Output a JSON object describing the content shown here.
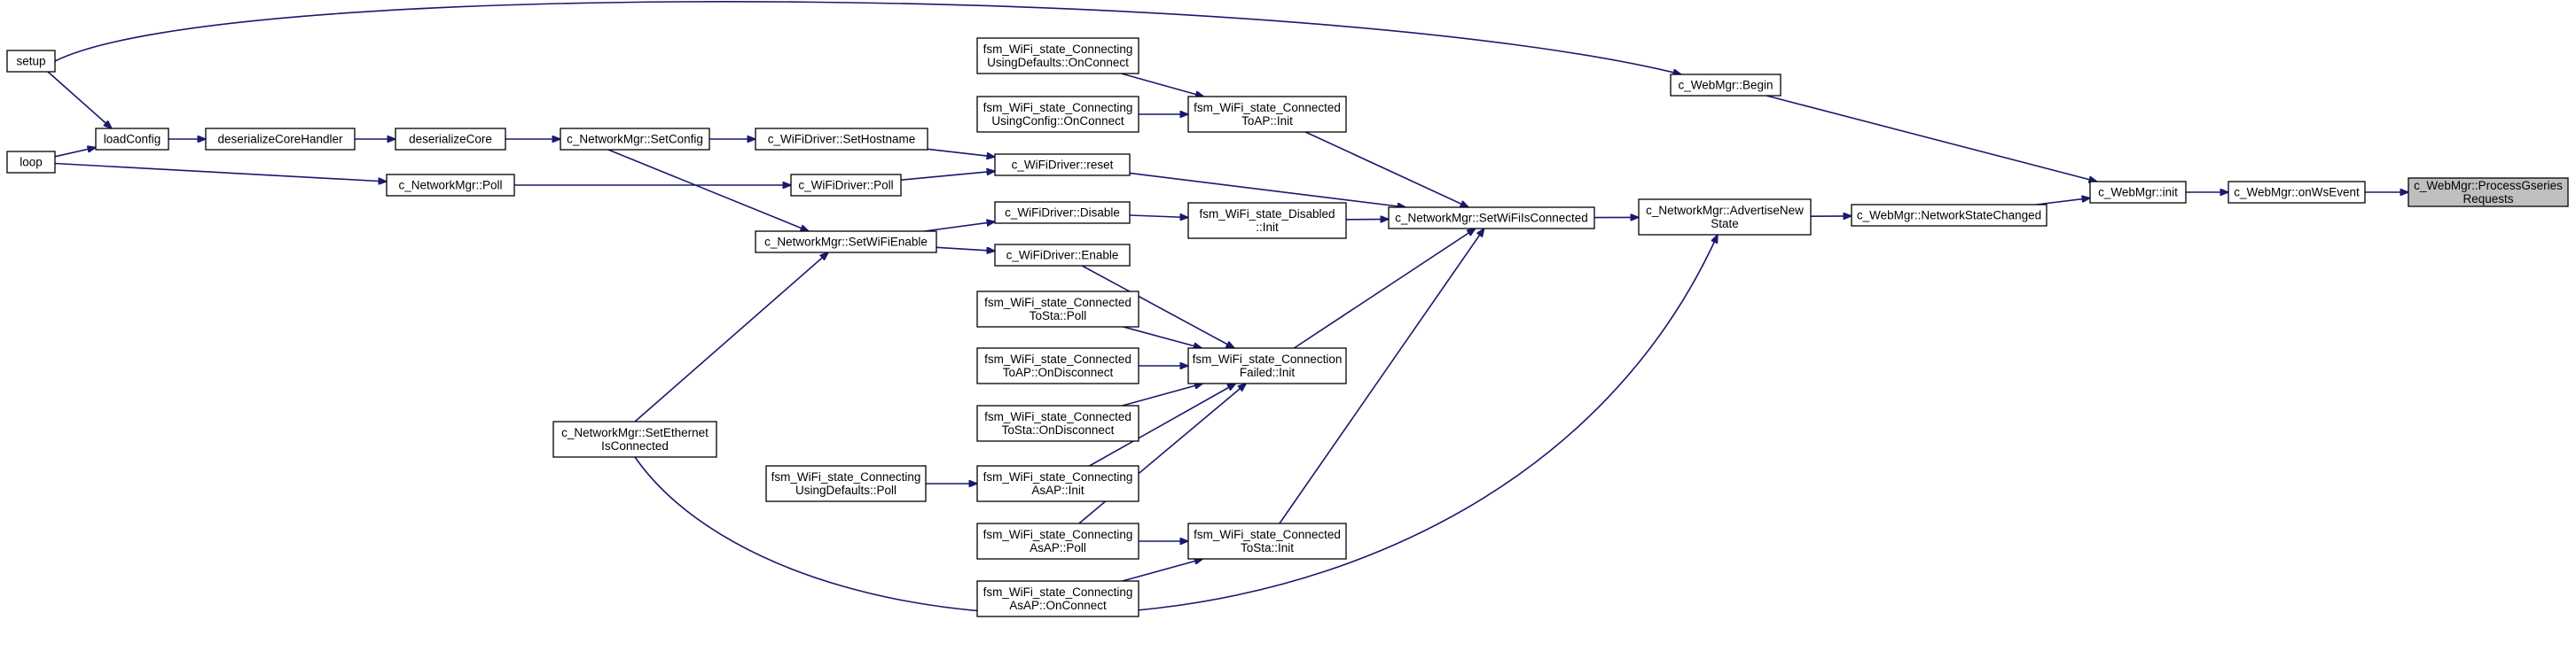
{
  "graph": {
    "nodes": [
      {
        "id": "setup",
        "lines": [
          "setup"
        ]
      },
      {
        "id": "loop",
        "lines": [
          "loop"
        ]
      },
      {
        "id": "loadConfig",
        "lines": [
          "loadConfig"
        ]
      },
      {
        "id": "deserializeCoreHandler",
        "lines": [
          "deserializeCoreHandler"
        ]
      },
      {
        "id": "deserializeCore",
        "lines": [
          "deserializeCore"
        ]
      },
      {
        "id": "nm_SetConfig",
        "lines": [
          "c_NetworkMgr::SetConfig"
        ]
      },
      {
        "id": "nm_Poll",
        "lines": [
          "c_NetworkMgr::Poll"
        ]
      },
      {
        "id": "wd_SetHostname",
        "lines": [
          "c_WiFiDriver::SetHostname"
        ]
      },
      {
        "id": "wd_Poll",
        "lines": [
          "c_WiFiDriver::Poll"
        ]
      },
      {
        "id": "nm_SetWiFiEnable",
        "lines": [
          "c_NetworkMgr::SetWiFiEnable"
        ]
      },
      {
        "id": "nm_SetEthernet",
        "lines": [
          "c_NetworkMgr::SetEthernet",
          "IsConnected"
        ]
      },
      {
        "id": "conn_UsingDefaults_Poll",
        "lines": [
          "fsm_WiFi_state_Connecting",
          "UsingDefaults::Poll"
        ]
      },
      {
        "id": "conn_UsingDefaults_OnConnect",
        "lines": [
          "fsm_WiFi_state_Connecting",
          "UsingDefaults::OnConnect"
        ]
      },
      {
        "id": "conn_UsingConfig_OnConnect",
        "lines": [
          "fsm_WiFi_state_Connecting",
          "UsingConfig::OnConnect"
        ]
      },
      {
        "id": "wd_reset",
        "lines": [
          "c_WiFiDriver::reset"
        ]
      },
      {
        "id": "wd_Disable",
        "lines": [
          "c_WiFiDriver::Disable"
        ]
      },
      {
        "id": "wd_Enable",
        "lines": [
          "c_WiFiDriver::Enable"
        ]
      },
      {
        "id": "connToSta_Poll",
        "lines": [
          "fsm_WiFi_state_Connected",
          "ToSta::Poll"
        ]
      },
      {
        "id": "connToAP_OnDisconnect",
        "lines": [
          "fsm_WiFi_state_Connected",
          "ToAP::OnDisconnect"
        ]
      },
      {
        "id": "connToSta_OnDisconnect",
        "lines": [
          "fsm_WiFi_state_Connected",
          "ToSta::OnDisconnect"
        ]
      },
      {
        "id": "connAsAP_Init",
        "lines": [
          "fsm_WiFi_state_Connecting",
          "AsAP::Init"
        ]
      },
      {
        "id": "connAsAP_Poll",
        "lines": [
          "fsm_WiFi_state_Connecting",
          "AsAP::Poll"
        ]
      },
      {
        "id": "connAsAP_OnConnect",
        "lines": [
          "fsm_WiFi_state_Connecting",
          "AsAP::OnConnect"
        ]
      },
      {
        "id": "connToAP_Init",
        "lines": [
          "fsm_WiFi_state_Connected",
          "ToAP::Init"
        ]
      },
      {
        "id": "disabled_Init",
        "lines": [
          "fsm_WiFi_state_Disabled",
          "::Init"
        ]
      },
      {
        "id": "connFailed_Init",
        "lines": [
          "fsm_WiFi_state_Connection",
          "Failed::Init"
        ]
      },
      {
        "id": "connToSta_Init",
        "lines": [
          "fsm_WiFi_state_Connected",
          "ToSta::Init"
        ]
      },
      {
        "id": "nm_SetWiFiIsConnected",
        "lines": [
          "c_NetworkMgr::SetWiFiIsConnected"
        ]
      },
      {
        "id": "nm_AdvertiseNewState",
        "lines": [
          "c_NetworkMgr::AdvertiseNew",
          "State"
        ]
      },
      {
        "id": "wm_Begin",
        "lines": [
          "c_WebMgr::Begin"
        ]
      },
      {
        "id": "wm_NetworkStateChanged",
        "lines": [
          "c_WebMgr::NetworkStateChanged"
        ]
      },
      {
        "id": "wm_init",
        "lines": [
          "c_WebMgr::init"
        ]
      },
      {
        "id": "wm_onWsEvent",
        "lines": [
          "c_WebMgr::onWsEvent"
        ]
      },
      {
        "id": "wm_ProcessGseriesRequests",
        "lines": [
          "c_WebMgr::ProcessGseries",
          "Requests"
        ],
        "root": true
      }
    ],
    "edges": [
      {
        "from": "setup",
        "to": "loadConfig"
      },
      {
        "from": "setup",
        "to": "wm_Begin"
      },
      {
        "from": "loop",
        "to": "loadConfig"
      },
      {
        "from": "loop",
        "to": "nm_Poll"
      },
      {
        "from": "loadConfig",
        "to": "deserializeCoreHandler"
      },
      {
        "from": "deserializeCoreHandler",
        "to": "deserializeCore"
      },
      {
        "from": "deserializeCore",
        "to": "nm_SetConfig"
      },
      {
        "from": "nm_SetConfig",
        "to": "wd_SetHostname"
      },
      {
        "from": "nm_SetConfig",
        "to": "nm_SetWiFiEnable"
      },
      {
        "from": "nm_Poll",
        "to": "wd_Poll"
      },
      {
        "from": "wd_SetHostname",
        "to": "wd_reset"
      },
      {
        "from": "wd_Poll",
        "to": "wd_reset"
      },
      {
        "from": "nm_SetWiFiEnable",
        "to": "wd_Disable"
      },
      {
        "from": "nm_SetWiFiEnable",
        "to": "wd_Enable"
      },
      {
        "from": "nm_SetEthernet",
        "to": "nm_SetWiFiEnable"
      },
      {
        "from": "nm_SetEthernet",
        "to": "nm_AdvertiseNewState"
      },
      {
        "from": "conn_UsingDefaults_Poll",
        "to": "connAsAP_Init"
      },
      {
        "from": "conn_UsingDefaults_OnConnect",
        "to": "connToAP_Init"
      },
      {
        "from": "conn_UsingConfig_OnConnect",
        "to": "connToAP_Init"
      },
      {
        "from": "wd_reset",
        "to": "nm_SetWiFiIsConnected"
      },
      {
        "from": "wd_Disable",
        "to": "disabled_Init"
      },
      {
        "from": "wd_Enable",
        "to": "connFailed_Init"
      },
      {
        "from": "connToSta_Poll",
        "to": "connFailed_Init"
      },
      {
        "from": "connToAP_OnDisconnect",
        "to": "connFailed_Init"
      },
      {
        "from": "connToSta_OnDisconnect",
        "to": "connFailed_Init"
      },
      {
        "from": "connAsAP_Init",
        "to": "connFailed_Init"
      },
      {
        "from": "connAsAP_Poll",
        "to": "connFailed_Init"
      },
      {
        "from": "connAsAP_Poll",
        "to": "connToSta_Init"
      },
      {
        "from": "connAsAP_OnConnect",
        "to": "connToSta_Init"
      },
      {
        "from": "connToAP_Init",
        "to": "nm_SetWiFiIsConnected"
      },
      {
        "from": "disabled_Init",
        "to": "nm_SetWiFiIsConnected"
      },
      {
        "from": "connFailed_Init",
        "to": "nm_SetWiFiIsConnected"
      },
      {
        "from": "connToSta_Init",
        "to": "nm_SetWiFiIsConnected"
      },
      {
        "from": "nm_SetWiFiIsConnected",
        "to": "nm_AdvertiseNewState"
      },
      {
        "from": "nm_AdvertiseNewState",
        "to": "wm_NetworkStateChanged"
      },
      {
        "from": "wm_Begin",
        "to": "wm_init"
      },
      {
        "from": "wm_NetworkStateChanged",
        "to": "wm_init"
      },
      {
        "from": "wm_init",
        "to": "wm_onWsEvent"
      },
      {
        "from": "wm_onWsEvent",
        "to": "wm_ProcessGseriesRequests"
      }
    ]
  },
  "colors": {
    "edge": "#191970",
    "node_fill": "#ffffff",
    "root_fill": "#bfbfbf",
    "node_stroke": "#000000"
  }
}
